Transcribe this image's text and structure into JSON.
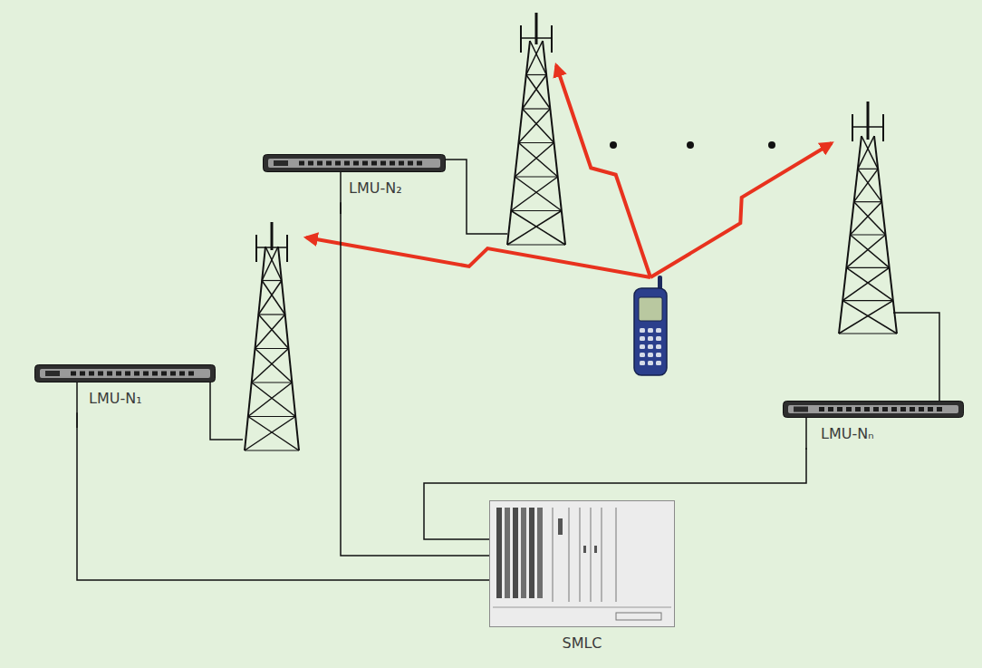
{
  "diagram": {
    "nodes": [
      {
        "text": [
          "LMU-N₂"
        ]
      },
      {
        "text": [
          "LMU-N₁"
        ]
      },
      {
        "text": [
          "LMU-Nₙ"
        ]
      },
      {
        "text": [
          "SMLC"
        ]
      }
    ],
    "edges": [
      {
        "from": 0,
        "to": 3,
        "arrow": "none"
      },
      {
        "from": 1,
        "to": 3,
        "arrow": "none"
      },
      {
        "from": 2,
        "to": 3,
        "arrow": "none"
      }
    ]
  }
}
